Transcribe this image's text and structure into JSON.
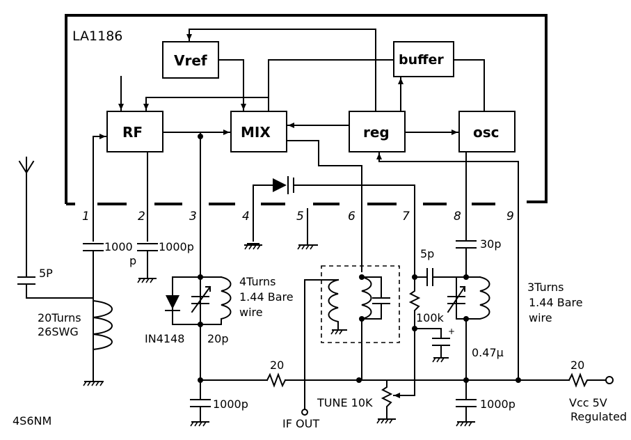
{
  "chip_name": "LA1186",
  "blocks": {
    "vref": "Vref",
    "buffer": "buffer",
    "rf": "RF",
    "mix": "MIX",
    "reg": "reg",
    "osc": "osc"
  },
  "pins": [
    "1",
    "2",
    "3",
    "4",
    "5",
    "6",
    "7",
    "8",
    "9"
  ],
  "components": {
    "c_ant": "5P",
    "c_pin1_a": "1000",
    "c_pin1_b": "p",
    "c_pin2": "1000p",
    "coil_ant_1": "20Turns",
    "coil_ant_2": "26SWG",
    "coil_rf_1": "4Turns",
    "coil_rf_2": "1.44 Bare",
    "coil_rf_3": "wire",
    "diode": "IN4148",
    "c_var_rf": "20p",
    "r_rf": "20",
    "c_rf_bypass": "1000p",
    "c_5p": "5p",
    "c_30p": "30p",
    "r_100k": "100k",
    "c_047": "0.47μ",
    "coil_osc_1": "3Turns",
    "coil_osc_2": "1.44 Bare",
    "coil_osc_3": "wire",
    "r_vcc": "20",
    "c_vcc_bypass": "1000p",
    "pot": "TUNE 10K",
    "if_out": "IF OUT",
    "vcc_1": "Vcc 5V",
    "vcc_2": "Regulated",
    "plus": "+"
  },
  "credit": "4S6NM"
}
